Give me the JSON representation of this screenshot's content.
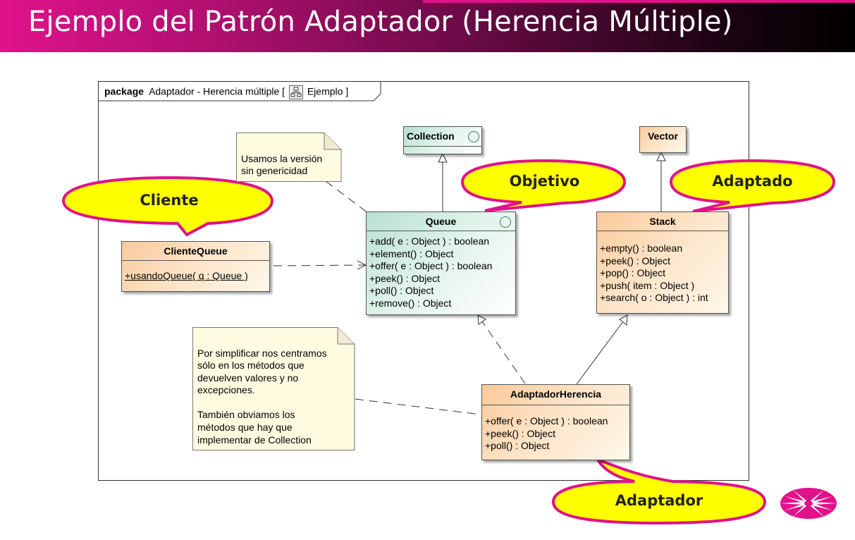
{
  "slide": {
    "title": "Ejemplo del Patrón Adaptador (Herencia Múltiple)"
  },
  "package": {
    "keyword": "package",
    "name": "Adaptador - Herencia múltiple [",
    "diagram": "Ejemplo ]"
  },
  "classes": {
    "collection": {
      "name": "Collection"
    },
    "vector": {
      "name": "Vector"
    },
    "queue": {
      "name": "Queue",
      "ops": [
        "+add( e : Object ) : boolean",
        "+element() : Object",
        "+offer( e : Object ) : boolean",
        "+peek() : Object",
        "+poll() : Object",
        "+remove() : Object"
      ]
    },
    "stack": {
      "name": "Stack",
      "ops": [
        "+empty() : boolean",
        "+peek() : Object",
        "+pop() : Object",
        "+push( item : Object )",
        "+search( o : Object ) : int"
      ]
    },
    "cliente_queue": {
      "name": "ClienteQueue",
      "ops": [
        "+usandoQueue( q : Queue )"
      ]
    },
    "adaptador_herencia": {
      "name": "AdaptadorHerencia",
      "ops": [
        "+offer( e : Object ) : boolean",
        "+peek() : Object",
        "+poll() : Object"
      ]
    }
  },
  "notes": {
    "genericity": [
      "Usamos la versión",
      "sin genericidad"
    ],
    "simplify": [
      "Por simplificar nos centramos",
      "sólo en los métodos que",
      "devuelven valores y no",
      "excepciones.",
      "",
      "También obviamos los",
      "métodos que hay que",
      "implementar de Collection"
    ]
  },
  "callouts": {
    "cliente": "Cliente",
    "objetivo": "Objetivo",
    "adaptado": "Adaptado",
    "adaptador": "Adaptador"
  },
  "colors": {
    "brand_magenta": "#e0128a",
    "callout_fill": "#ffff00",
    "class_orange": "#fbc99a",
    "interface_green": "#b8e0d0",
    "note_yellow": "#fffbe0"
  }
}
